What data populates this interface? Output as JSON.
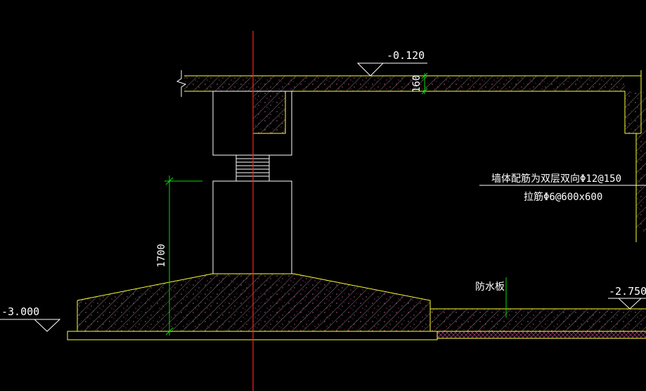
{
  "colors": {
    "background": "#000000",
    "concrete_outline": "#ffff33",
    "hatch": "#8a8a8a",
    "stipple": "#c24f8c",
    "center_line": "#ff2020",
    "dimension": "#00e000",
    "linework": "#ffffff",
    "text": "#ffffff"
  },
  "annotations": {
    "elev_top": "-0.120",
    "elev_right": "-2.750",
    "elev_left": "-3.000",
    "slab_thickness": "160",
    "pier_height": "1700",
    "wall_rebar": "墙体配筋为双层双向Φ12@150",
    "tie_bar": "拉筋Φ6@600x600",
    "waterproof_slab": "防水板"
  }
}
